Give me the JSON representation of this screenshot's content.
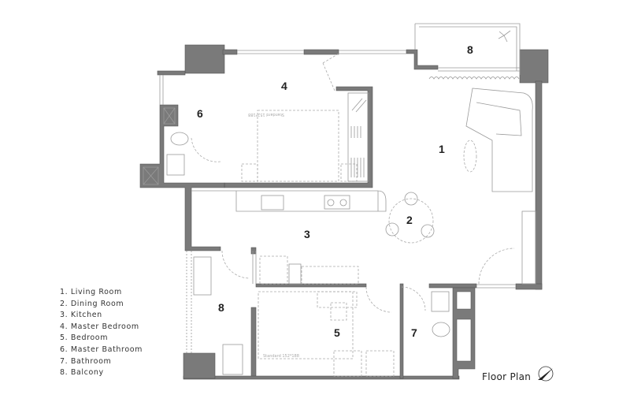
{
  "title": "Floor Plan",
  "rooms": [
    {
      "number": "1",
      "name": "Living Room"
    },
    {
      "number": "2",
      "name": "Dining Room"
    },
    {
      "number": "3",
      "name": "Kitchen"
    },
    {
      "number": "4",
      "name": "Master Bedroom"
    },
    {
      "number": "5",
      "name": "Bedroom"
    },
    {
      "number": "6",
      "name": "Master Bathroom"
    },
    {
      "number": "7",
      "name": "Bathroom"
    },
    {
      "number": "8",
      "name": "Balcony"
    }
  ],
  "legend": [
    "1. Living Room",
    "2. Dining Room",
    "3. Kitchen",
    "4. Master Bedroom",
    "5. Bedroom",
    "6. Master Bathroom",
    "7. Bathroom",
    "8. Balcony"
  ],
  "bed_labels": [
    "Standard 152*188",
    "Standard 152*188"
  ],
  "icons": {
    "compass": "north-arrow-icon"
  }
}
